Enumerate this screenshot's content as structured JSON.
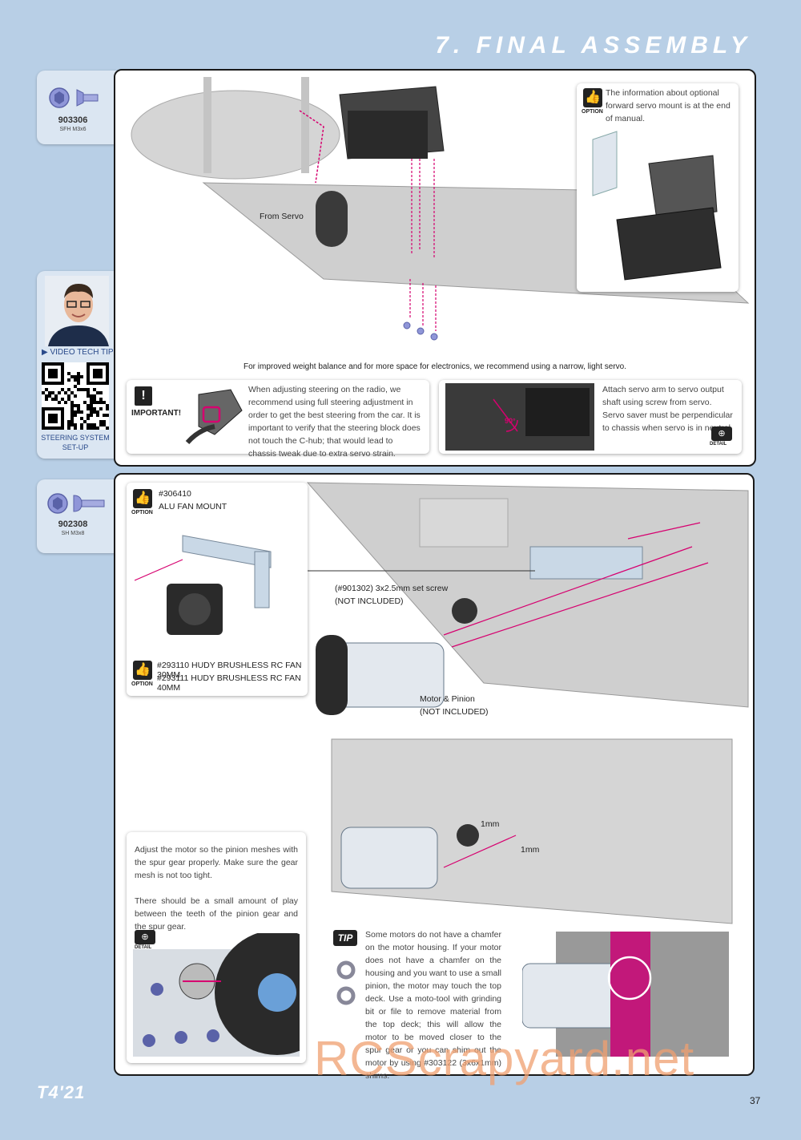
{
  "header": {
    "section_title": "7. FINAL ASSEMBLY"
  },
  "side_cards": [
    {
      "code": "903306",
      "desc": "SFH M3x6"
    },
    {
      "code": "902308",
      "desc": "SH M3x8"
    }
  ],
  "video_tip": {
    "label": "VIDEO TECH TIP",
    "caption_line1": "STEERING SYSTEM",
    "caption_line2": "SET-UP"
  },
  "step1": {
    "option_label": "OPTION",
    "option_text": "The information about optional forward servo mount is at the end of manual.",
    "from_servo": "From Servo",
    "weight_note": "For improved weight balance and for more space for electronics, we recommend using a narrow, light servo.",
    "important_label": "IMPORTANT!",
    "important_text": "When adjusting steering on the radio, we recommend using full steering adjustment in order to get the best steering from the car. It is important to verify that the steering block does not touch the C-hub; that would lead to chassis tweak due to extra servo strain.",
    "angle": "90°",
    "detail_label": "DETAIL",
    "servo_arm_text": "Attach servo arm to servo output shaft using screw from servo. Servo saver must be perpendicular to chassis when servo is in neutral."
  },
  "step2": {
    "fan_mount_code": "#306410",
    "fan_mount_name": "ALU FAN MOUNT",
    "fan_line1": "#293110 HUDY BRUSHLESS RC FAN 30MM",
    "fan_line2": "#293111 HUDY BRUSHLESS RC FAN 40MM",
    "set_screw_line1": "(#901302) 3x2.5mm set screw",
    "set_screw_line2": "(NOT INCLUDED)",
    "motor_line1": "Motor & Pinion",
    "motor_line2": "(NOT INCLUDED)",
    "shim1": "1mm",
    "shim2": "1mm",
    "adjust_text1": "Adjust the motor so the pinion meshes with the spur gear properly. Make sure the gear mesh is not too tight.",
    "adjust_text2": "There should be a small amount of play between the teeth of the pinion gear and the spur gear.",
    "tip_label": "TIP",
    "tip_text": "Some motors do not have a chamfer on the motor housing. If your motor does not have a chamfer on the housing and you want to use a small pinion, the motor may touch the top deck. Use a moto-tool with grinding bit or file to remove material from the top deck; this will allow the motor to be moved closer to the spur gear or you can shim out the motor by using #303122 (3x6x1mm) shims."
  },
  "footer": {
    "logo": "T4'21",
    "page_number": "37",
    "watermark": "RCScrapyard.net"
  },
  "colors": {
    "page_bg": "#b8cfe6",
    "accent_magenta": "#d6006f",
    "watermark": "#f0a070"
  }
}
